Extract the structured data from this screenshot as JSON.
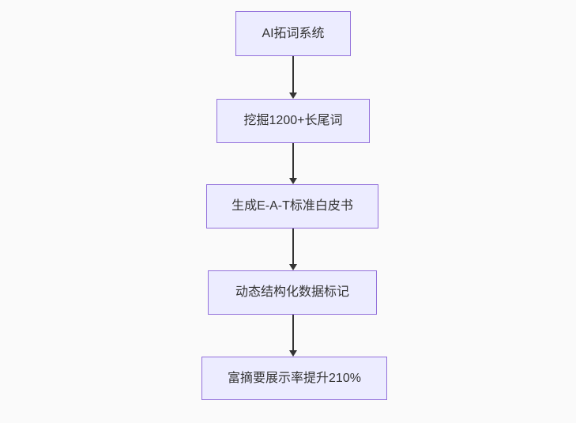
{
  "diagram": {
    "type": "flowchart-top-down",
    "colors": {
      "background": "#fafafa",
      "node_fill": "#ECECFF",
      "node_border": "#9370DB",
      "node_text": "#333333",
      "arrow": "#333333"
    },
    "nodes": [
      {
        "label": "AI拓词系统"
      },
      {
        "label": "挖掘1200+长尾词"
      },
      {
        "label": "生成E-A-T标准白皮书"
      },
      {
        "label": "动态结构化数据标记"
      },
      {
        "label": "富摘要展示率提升210%"
      }
    ]
  }
}
